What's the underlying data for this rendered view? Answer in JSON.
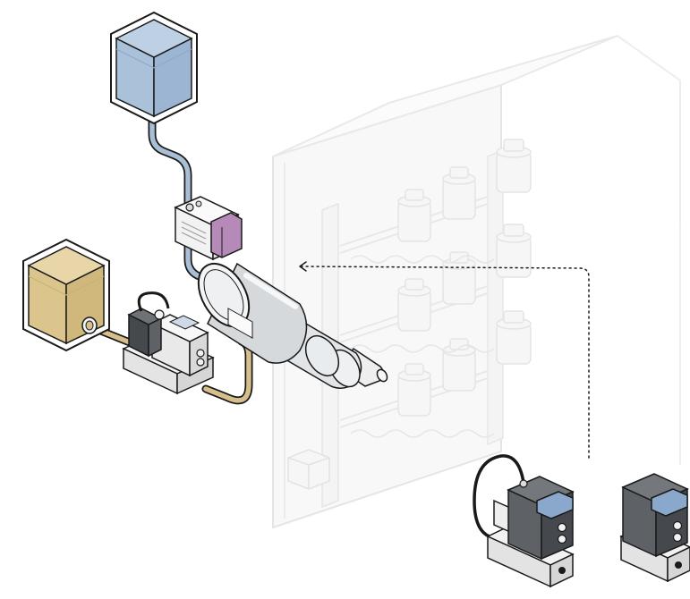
{
  "diagram": {
    "kind": "isometric process illustration",
    "components": [
      {
        "id": "blue-liquid-tank",
        "fill": "#aac1da"
      },
      {
        "id": "yellow-liquid-tank",
        "fill": "#dcc58d"
      },
      {
        "id": "purple-flow-meter",
        "fill": "#b589b8"
      },
      {
        "id": "mixer-cylinder"
      },
      {
        "id": "mass-flow-controller-left"
      },
      {
        "id": "mass-flow-controller-right-1"
      },
      {
        "id": "mass-flow-controller-right-2"
      },
      {
        "id": "storage-cabinet-with-bottles"
      },
      {
        "id": "dotted-arrow"
      }
    ]
  },
  "colors": {
    "outline": "#1a1a1a",
    "blue_liquid": "#aac1da",
    "blue_liquid_dark": "#8fa9c7",
    "blue_tube": "#a9bfd5",
    "yellow_liquid": "#dcc58d",
    "yellow_liquid_dark": "#c9b073",
    "yellow_tube": "#d6bf8a",
    "purple_accent": "#b589b8",
    "device_gray": "#5e6266",
    "device_gray_dark": "#45494d",
    "device_top_blue": "#8aa8cc",
    "steel_light": "#eef0f1",
    "steel_mid": "#d5d9dc",
    "cabinet_faded": "#e4e4e4"
  }
}
